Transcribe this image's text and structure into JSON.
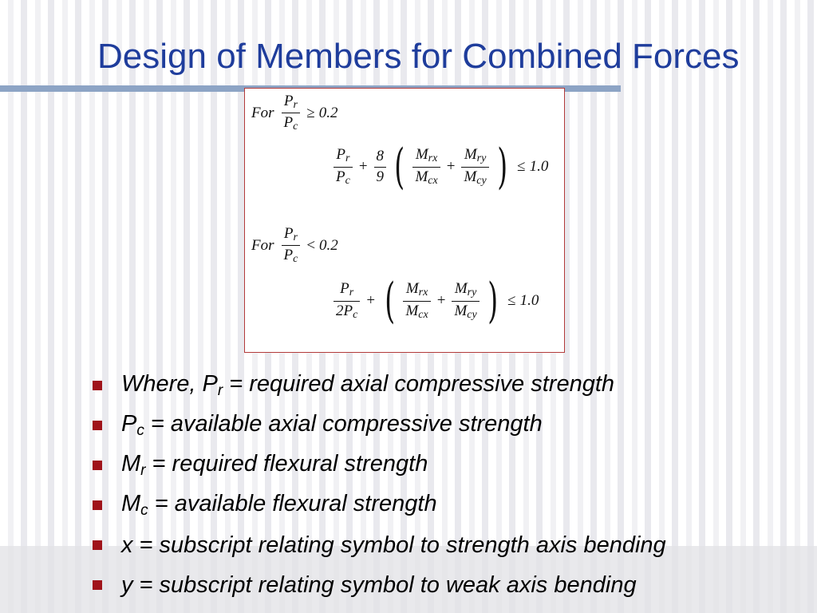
{
  "slide": {
    "title": "Design of Members for Combined Forces"
  },
  "formulas": {
    "for": "For",
    "P": "P",
    "M": "M",
    "sub_r": "r",
    "sub_c": "c",
    "sub_rx": "rx",
    "sub_cx": "cx",
    "sub_ry": "ry",
    "sub_cy": "cy",
    "eight": "8",
    "nine": "9",
    "two_p": "2P",
    "plus": "+",
    "ge": "≥",
    "lt": "<",
    "le": "≤",
    "threshold": "0.2",
    "limit": "1.0",
    "lparen": "(",
    "rparen": ")"
  },
  "bullets": [
    {
      "symbol": "P",
      "sub": "r",
      "lead": "Where, ",
      "text": " =  required axial compressive strength"
    },
    {
      "symbol": "P",
      "sub": "c",
      "text": " = available axial compressive strength"
    },
    {
      "symbol": "M",
      "sub": "r",
      "text": " = required flexural strength"
    },
    {
      "symbol": "M",
      "sub": "c",
      "text": " = available flexural strength"
    },
    {
      "symbol": "x",
      "text": " = subscript relating symbol to strength axis bending"
    },
    {
      "symbol": "y",
      "text": " = subscript relating symbol to weak axis bending"
    }
  ],
  "colors": {
    "title": "#1f3d9c",
    "rule": "#8da4c5",
    "bullet": "#a0131a",
    "box_border": "#b23a3a"
  }
}
